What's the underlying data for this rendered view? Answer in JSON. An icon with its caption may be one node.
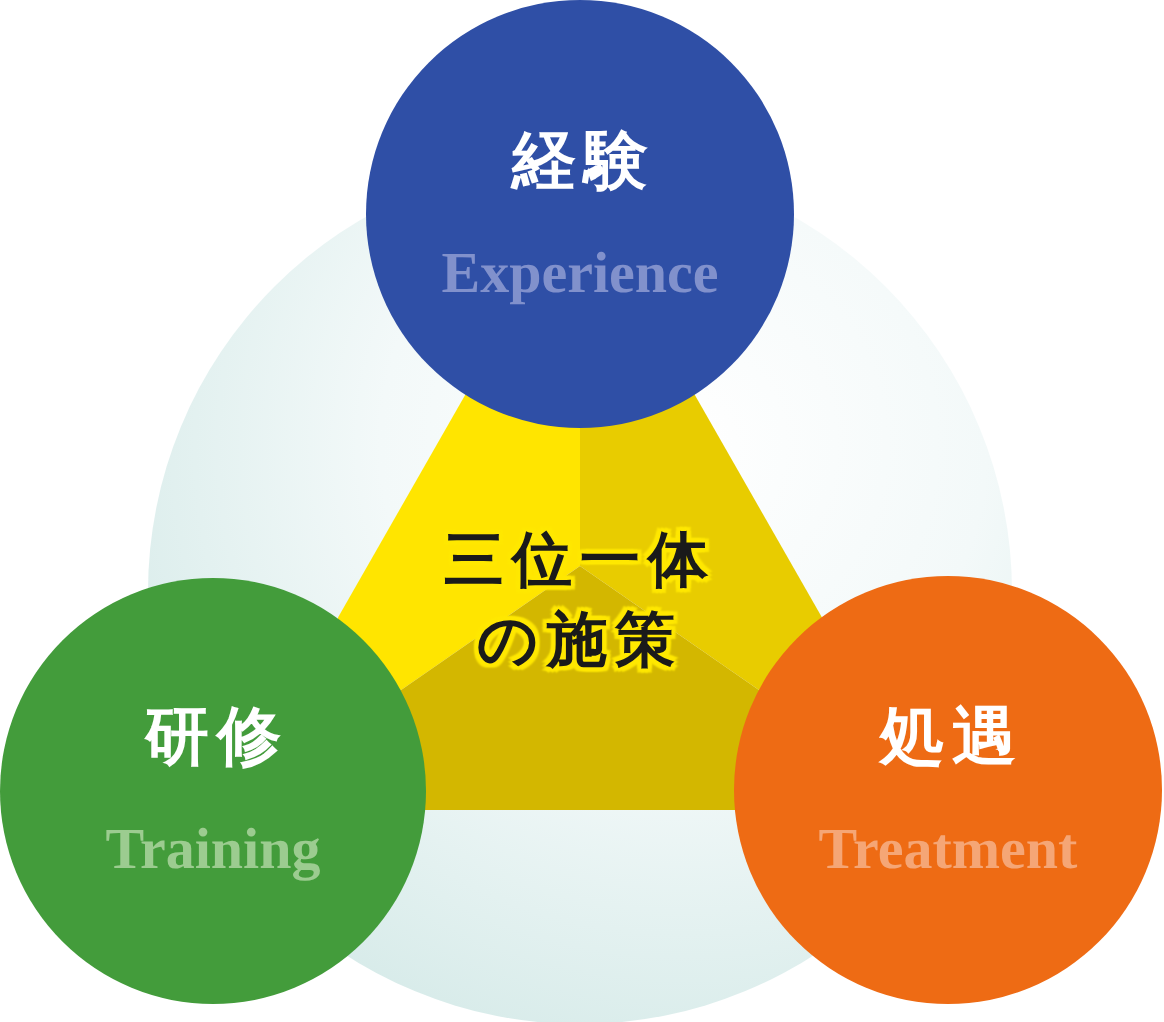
{
  "diagram": {
    "nodes": [
      {
        "text": [
          "経験",
          "Experience"
        ]
      },
      {
        "text": [
          "三位一体の施策"
        ]
      },
      {
        "text": [
          "研修",
          "Training"
        ]
      },
      {
        "text": [
          "処遇",
          "Treatment"
        ]
      }
    ]
  }
}
